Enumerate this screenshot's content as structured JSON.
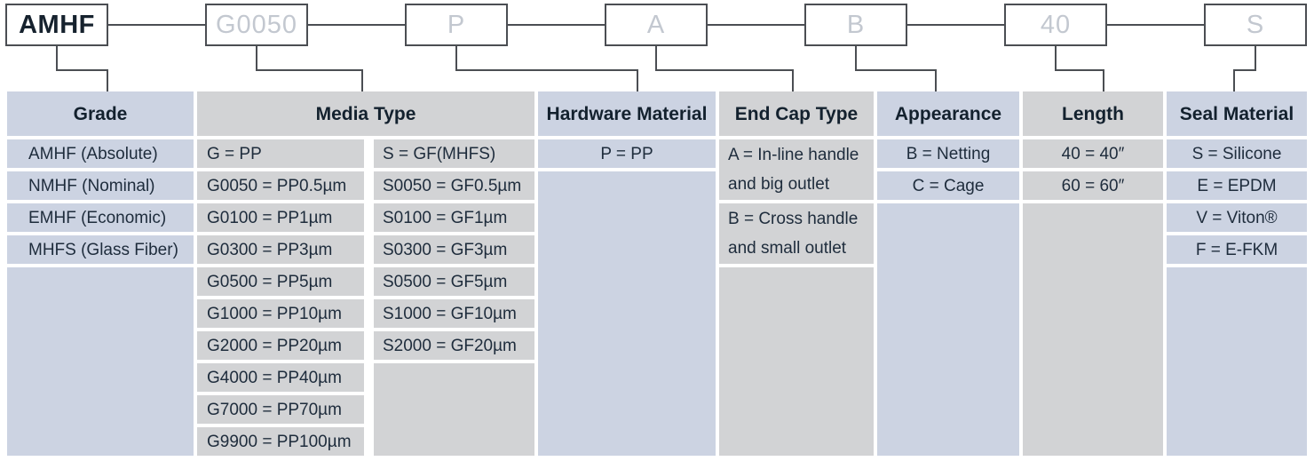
{
  "code_boxes": [
    {
      "label": "AMHF",
      "emphasis": true
    },
    {
      "label": "G0050",
      "emphasis": false
    },
    {
      "label": "P",
      "emphasis": false
    },
    {
      "label": "A",
      "emphasis": false
    },
    {
      "label": "B",
      "emphasis": false
    },
    {
      "label": "40",
      "emphasis": false
    },
    {
      "label": "S",
      "emphasis": false
    }
  ],
  "colors": {
    "column_blue": "#ccd3e2",
    "column_gray": "#d2d3d5",
    "text_navy": "#1e2c3c",
    "line_dark": "#4b4e53"
  },
  "table": {
    "headers": [
      {
        "label": "Grade",
        "color": "blue",
        "span_cols": [
          0
        ]
      },
      {
        "label": "Media Type",
        "color": "gray",
        "span_cols": [
          1,
          2
        ]
      },
      {
        "label": "Hardware Material",
        "color": "blue",
        "span_cols": [
          3
        ]
      },
      {
        "label": "End Cap Type",
        "color": "gray",
        "span_cols": [
          4
        ]
      },
      {
        "label": "Appearance",
        "color": "blue",
        "span_cols": [
          5
        ]
      },
      {
        "label": "Length",
        "color": "gray",
        "span_cols": [
          6
        ]
      },
      {
        "label": "Seal Material",
        "color": "blue",
        "span_cols": [
          7
        ]
      }
    ],
    "columns": [
      {
        "id": "grade",
        "color": "blue",
        "align": "left",
        "cells": [
          {
            "row": 0,
            "span": 1,
            "text": "AMHF (Absolute)"
          },
          {
            "row": 1,
            "span": 1,
            "text": "NMHF (Nominal)"
          },
          {
            "row": 2,
            "span": 1,
            "text": "EMHF (Economic)"
          },
          {
            "row": 3,
            "span": 1,
            "text": "MHFS (Glass Fiber)"
          },
          {
            "row": 4,
            "span": 6,
            "text": ""
          }
        ]
      },
      {
        "id": "media-type-pp",
        "color": "gray",
        "align": "left",
        "cells": [
          {
            "row": 0,
            "span": 1,
            "text": "G = PP"
          },
          {
            "row": 1,
            "span": 1,
            "text": "G0050 = PP0.5µm"
          },
          {
            "row": 2,
            "span": 1,
            "text": "G0100 = PP1µm"
          },
          {
            "row": 3,
            "span": 1,
            "text": "G0300 = PP3µm"
          },
          {
            "row": 4,
            "span": 1,
            "text": "G0500 = PP5µm"
          },
          {
            "row": 5,
            "span": 1,
            "text": "G1000 = PP10µm"
          },
          {
            "row": 6,
            "span": 1,
            "text": "G2000 = PP20µm"
          },
          {
            "row": 7,
            "span": 1,
            "text": "G4000 = PP40µm"
          },
          {
            "row": 8,
            "span": 1,
            "text": "G7000 = PP70µm"
          },
          {
            "row": 9,
            "span": 1,
            "text": "G9900 = PP100µm"
          }
        ]
      },
      {
        "id": "media-type-gf",
        "color": "gray",
        "align": "left",
        "cells": [
          {
            "row": 0,
            "span": 1,
            "text": "S = GF(MHFS)"
          },
          {
            "row": 1,
            "span": 1,
            "text": "S0050 = GF0.5µm"
          },
          {
            "row": 2,
            "span": 1,
            "text": "S0100 = GF1µm"
          },
          {
            "row": 3,
            "span": 1,
            "text": "S0300 = GF3µm"
          },
          {
            "row": 4,
            "span": 1,
            "text": "S0500 = GF5µm"
          },
          {
            "row": 5,
            "span": 1,
            "text": "S1000 = GF10µm"
          },
          {
            "row": 6,
            "span": 1,
            "text": "S2000 = GF20µm"
          },
          {
            "row": 7,
            "span": 3,
            "text": ""
          }
        ]
      },
      {
        "id": "hardware-material",
        "color": "blue",
        "align": "center",
        "cells": [
          {
            "row": 0,
            "span": 1,
            "text": "P = PP"
          },
          {
            "row": 1,
            "span": 9,
            "text": ""
          }
        ]
      },
      {
        "id": "end-cap-type",
        "color": "gray",
        "align": "left",
        "cells": [
          {
            "row": 0,
            "span": 2,
            "text": "A = In-line handle\nand big outlet"
          },
          {
            "row": 2,
            "span": 2,
            "text": "B = Cross handle\nand small outlet"
          },
          {
            "row": 4,
            "span": 6,
            "text": ""
          }
        ]
      },
      {
        "id": "appearance",
        "color": "blue",
        "align": "center",
        "cells": [
          {
            "row": 0,
            "span": 1,
            "text": "B = Netting"
          },
          {
            "row": 1,
            "span": 1,
            "text": "C = Cage"
          },
          {
            "row": 2,
            "span": 8,
            "text": ""
          }
        ]
      },
      {
        "id": "length",
        "color": "gray",
        "align": "center",
        "cells": [
          {
            "row": 0,
            "span": 1,
            "text": "40 = 40″"
          },
          {
            "row": 1,
            "span": 1,
            "text": "60 = 60″"
          },
          {
            "row": 2,
            "span": 8,
            "text": ""
          }
        ]
      },
      {
        "id": "seal-material",
        "color": "blue",
        "align": "center",
        "cells": [
          {
            "row": 0,
            "span": 1,
            "text": "S = Silicone"
          },
          {
            "row": 1,
            "span": 1,
            "text": "E = EPDM"
          },
          {
            "row": 2,
            "span": 1,
            "text": "V = Viton®"
          },
          {
            "row": 3,
            "span": 1,
            "text": "F = E-FKM"
          },
          {
            "row": 4,
            "span": 6,
            "text": ""
          }
        ]
      }
    ]
  }
}
